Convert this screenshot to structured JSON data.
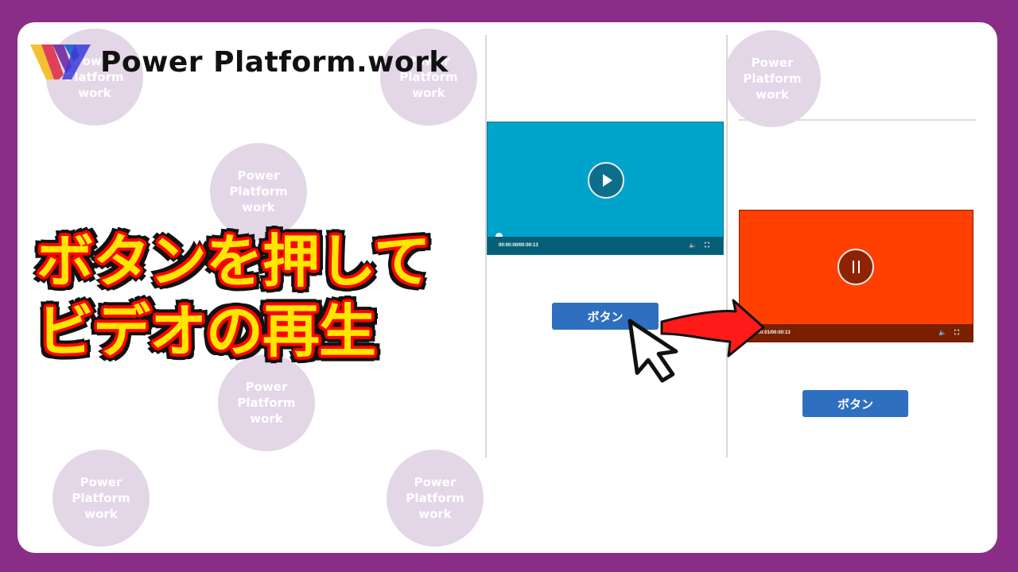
{
  "brand": {
    "name": "Power Platform.work"
  },
  "watermark": {
    "line1": "Power",
    "line2": "Platform",
    "line3": "work"
  },
  "headline": {
    "line1": "ボタンを押して",
    "line2": "ビデオの再生"
  },
  "video_before": {
    "time": "00:00:00/00:00:13",
    "state": "play-icon",
    "color": "#00a3c9"
  },
  "video_after": {
    "time": "00:00:01/00:00:13",
    "state": "pause-icon",
    "color": "#ff4000"
  },
  "button_before": {
    "label": "ボタン"
  },
  "button_after": {
    "label": "ボタン"
  },
  "colors": {
    "frame": "#8a2d86",
    "headline_fill": "#ffe600",
    "headline_stroke": "#ff0000",
    "button": "#2f6fc0",
    "arrow": "#ff1a1a"
  }
}
